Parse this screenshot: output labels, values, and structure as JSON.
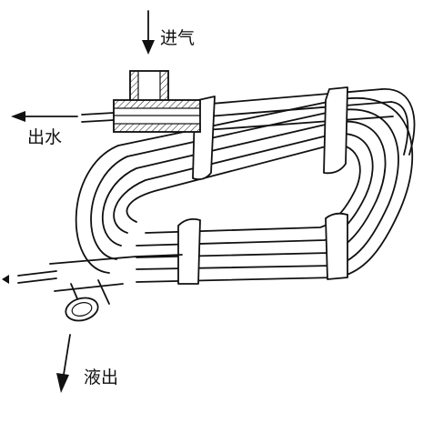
{
  "labels": {
    "gas_in": "进气",
    "water_out": "出水",
    "liquid_out": "液出"
  },
  "colors": {
    "line": "#111111",
    "background": "#ffffff"
  }
}
